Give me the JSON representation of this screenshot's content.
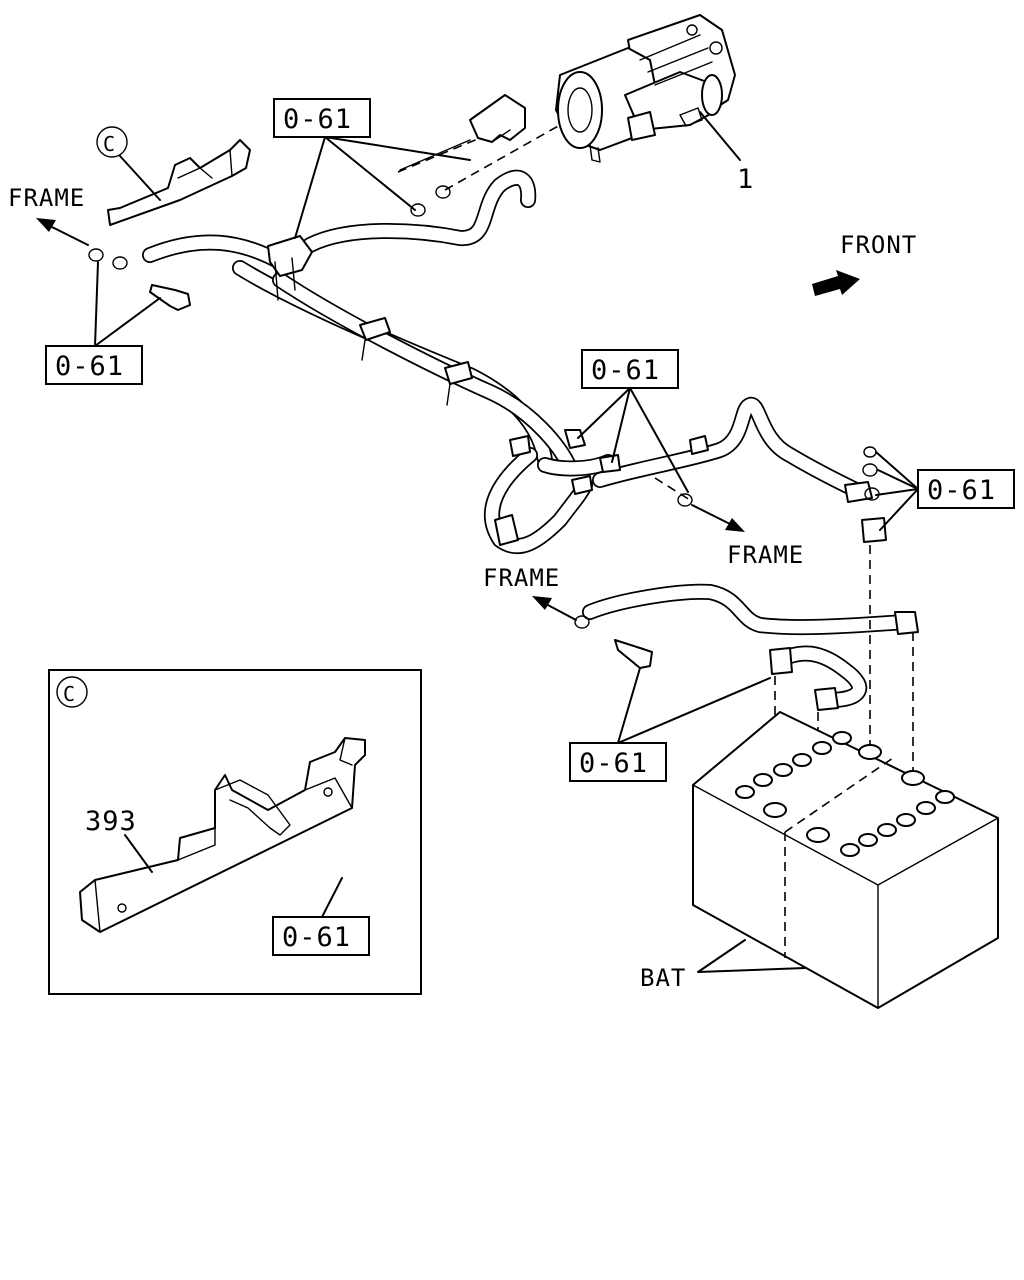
{
  "callouts": {
    "part_code": "0-61",
    "starter_item": "1",
    "bracket_item": "393",
    "battery": "BAT",
    "view_ref": "C"
  },
  "directions": {
    "frame": "FRAME",
    "front": "FRONT"
  }
}
